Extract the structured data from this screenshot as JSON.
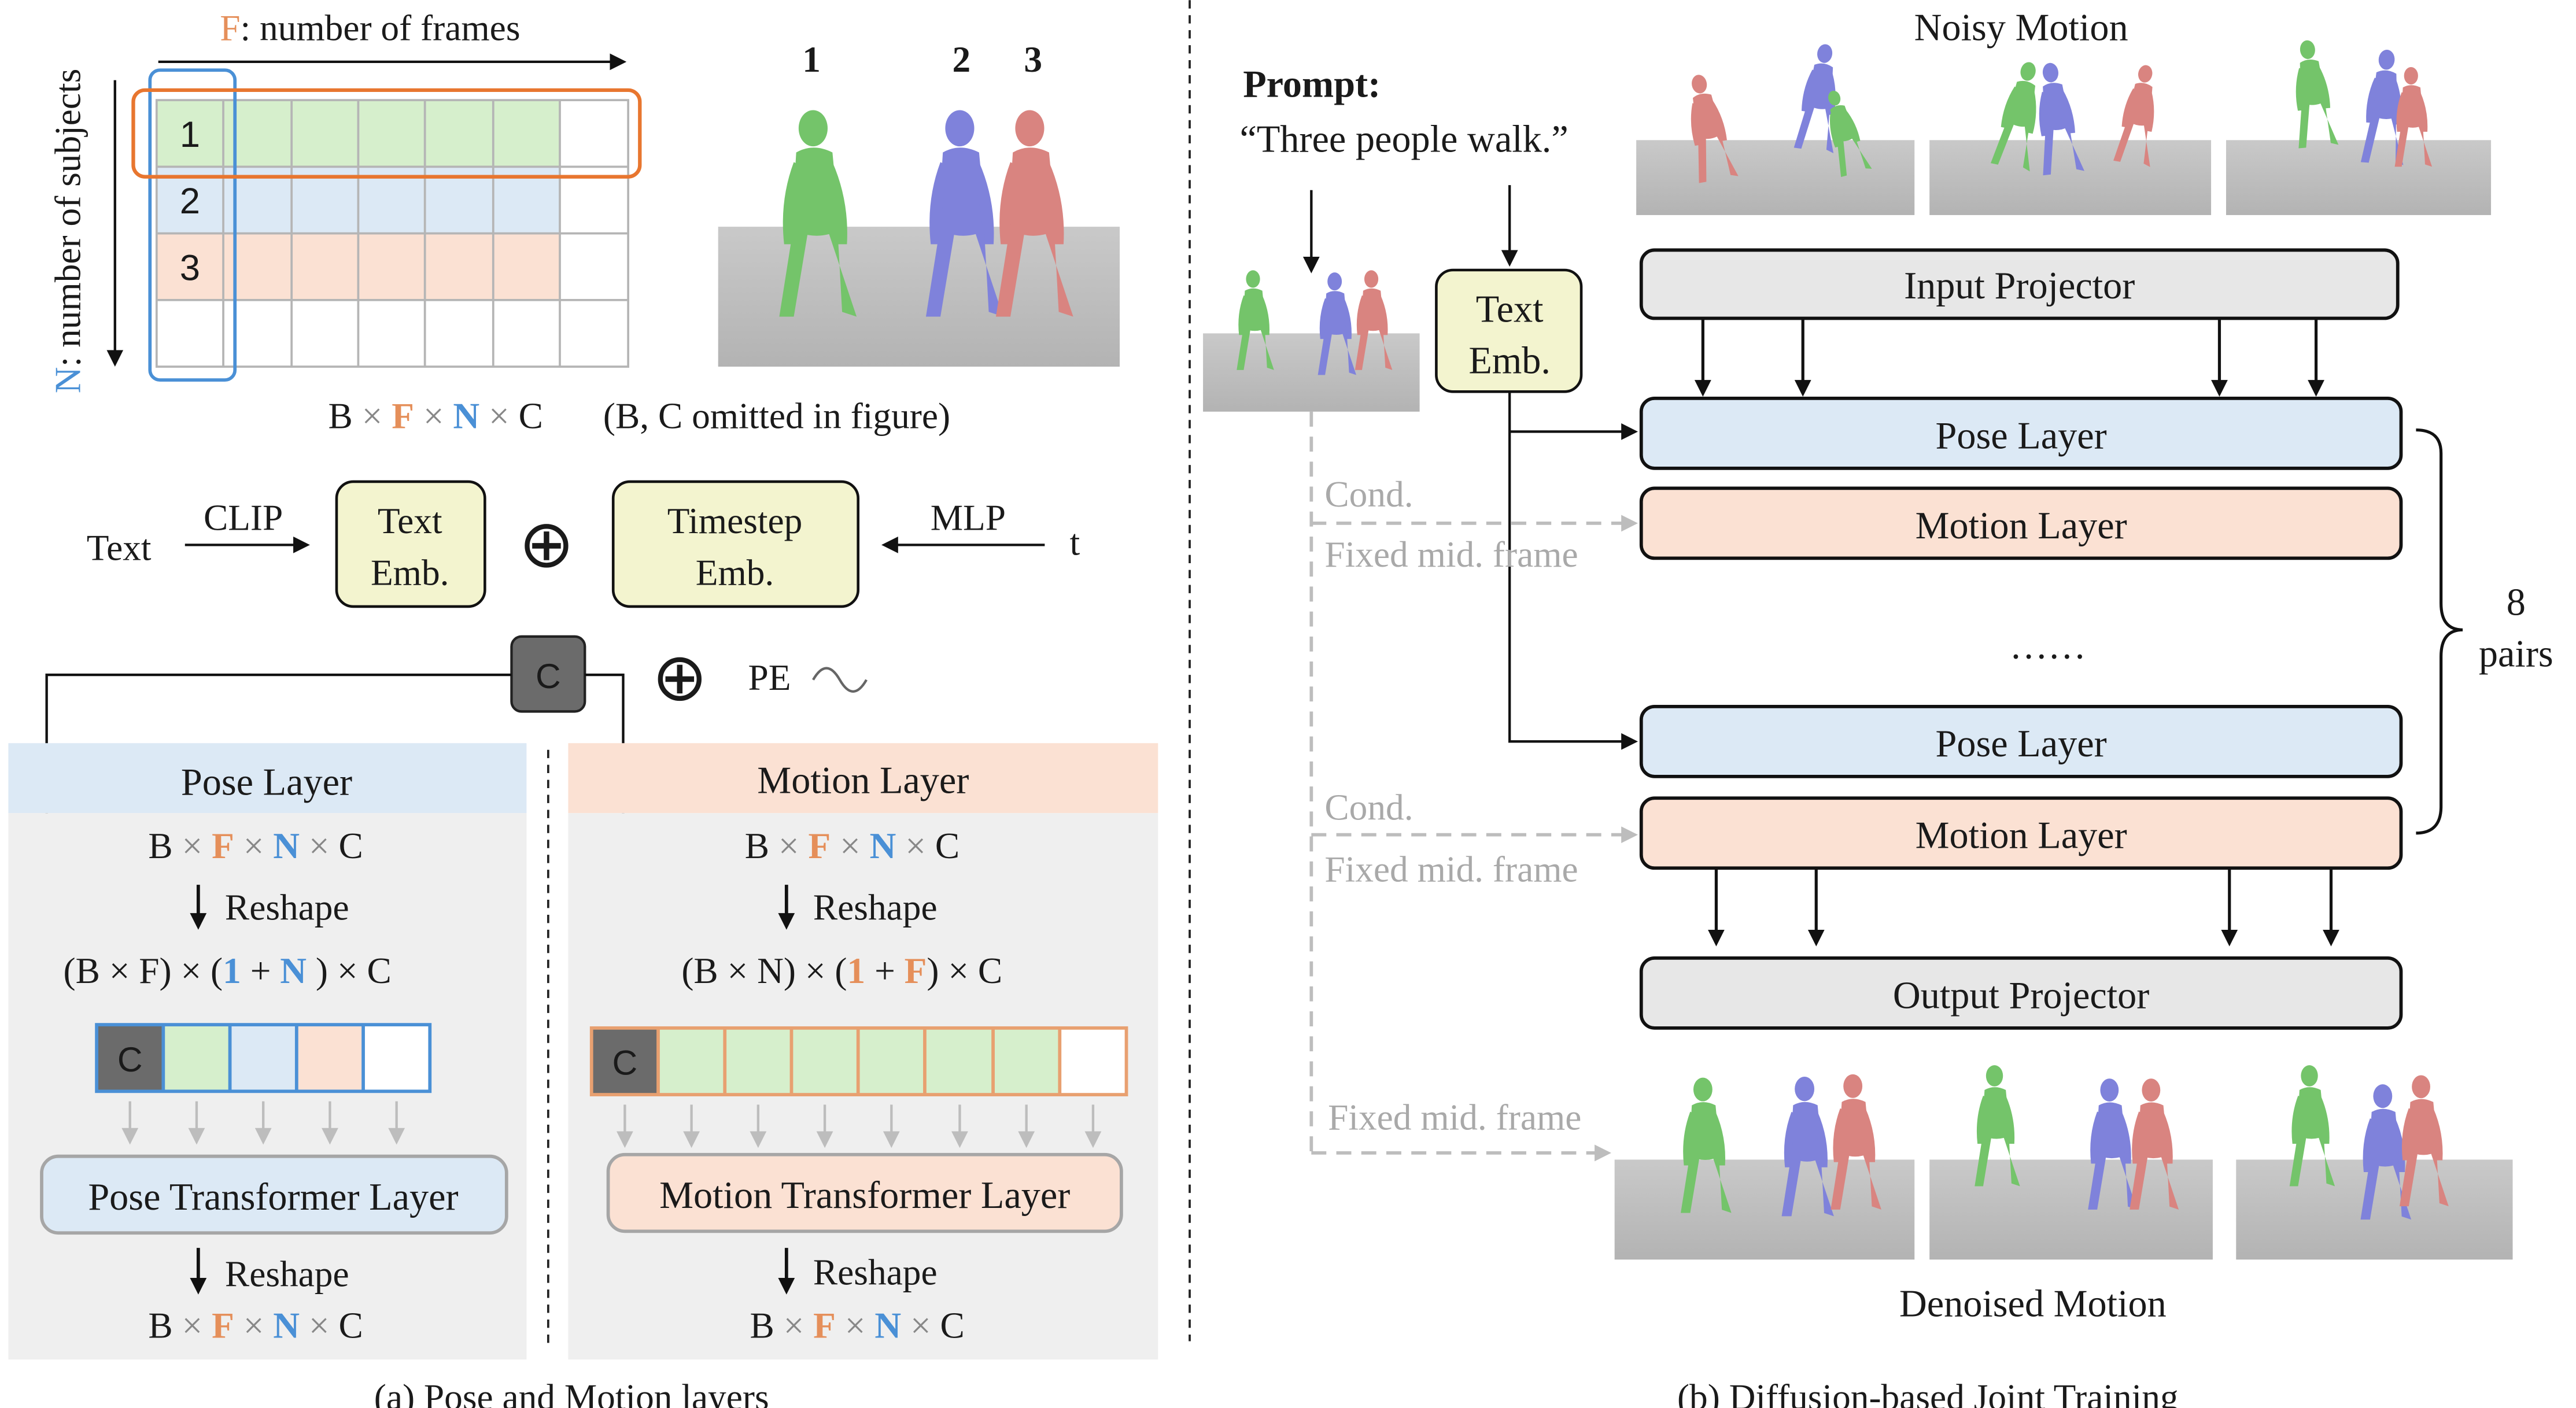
{
  "colors": {
    "green": "#77c15f",
    "blue": "#4a90d6",
    "orange": "#e58f5a",
    "purple": "#7b7fd6",
    "pink": "#d98480",
    "gray_cell": "#6b6b6b",
    "yellow_box": "#f3f4cf",
    "pose_fill": "#dce9f5",
    "motion_fill": "#fbe1d3",
    "io_fill": "#e7e7e7"
  },
  "left": {
    "frames_prefix": "F",
    "frames_label": ": number of frames",
    "subjects_prefix": "N",
    "subjects_label": ": number of subjects",
    "row_numbers": [
      "1",
      "2",
      "3"
    ],
    "subject_numbers": [
      "1",
      "2",
      "3"
    ],
    "shape_b": "B",
    "shape_x": "×",
    "shape_f": "F",
    "shape_n": "N",
    "shape_c": "C",
    "shape_note": "(B, C omitted in figure)",
    "text_label": "Text",
    "clip_label": "CLIP",
    "text_emb": [
      "Text",
      "Emb."
    ],
    "timestep_emb": [
      "Timestep",
      "Emb."
    ],
    "mlp_label": "MLP",
    "t_label": "t",
    "plus": "⊕",
    "c_token": "C",
    "pe_label": "PE",
    "pose_layer_title": "Pose Layer",
    "motion_layer_title": "Motion Layer",
    "reshape": "Reshape",
    "pose_reshaped": [
      "(B × F) × (",
      "1",
      " + ",
      "N",
      " ) × C"
    ],
    "motion_reshaped": [
      "(B × N) × (",
      "1",
      " + ",
      "F",
      ") × C"
    ],
    "pose_transformer": "Pose Transformer Layer",
    "motion_transformer": "Motion Transformer Layer",
    "caption": "(a) Pose and Motion layers"
  },
  "right": {
    "noisy_motion": "Noisy Motion",
    "prompt_label": "Prompt:",
    "prompt_text": "“Three people walk.”",
    "text_emb": [
      "Text",
      "Emb."
    ],
    "input_projector": "Input Projector",
    "pose_layer": "Pose Layer",
    "motion_layer": "Motion Layer",
    "cond": "Cond.",
    "fixed_mid_frame": "Fixed mid. frame",
    "ellipsis": "……",
    "pairs": [
      "8",
      "pairs"
    ],
    "output_projector": "Output Projector",
    "denoised_motion": "Denoised Motion",
    "caption": "(b) Diffusion-based Joint Training"
  }
}
